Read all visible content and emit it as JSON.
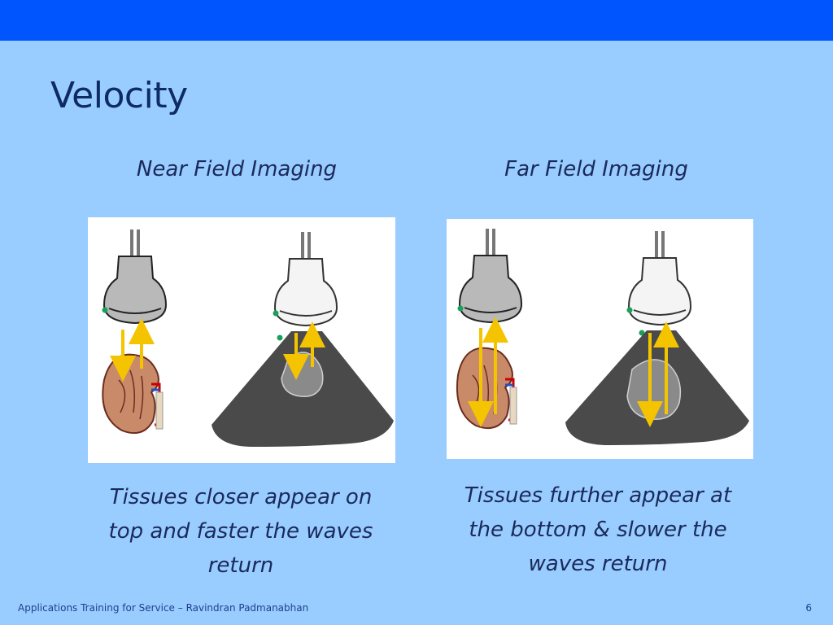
{
  "slide": {
    "title": "Velocity",
    "footer": "Applications Training for Service – Ravindran Padmanabhan",
    "page_number": "6"
  },
  "panels": [
    {
      "heading": "Near Field Imaging",
      "caption": "Tissues closer appear on top and faster the waves return"
    },
    {
      "heading": "Far Field Imaging",
      "caption": "Tissues further appear at the bottom & slower the waves return"
    }
  ],
  "colors": {
    "header_bar": "#0055ff",
    "background": "#99ccff",
    "arrow": "#f5c400",
    "marker": "#1aa05a",
    "kidney": "#c98a6a",
    "ultrasound_field": "#4a4a4a"
  }
}
